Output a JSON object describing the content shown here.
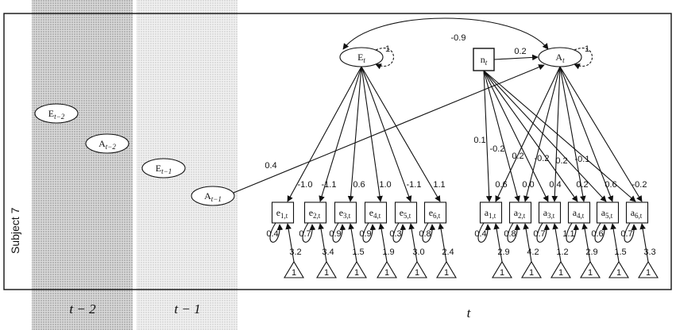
{
  "diagram": {
    "subject_label": "Subject 7",
    "time_labels": {
      "t_minus_2": "t − 2",
      "t_minus_1": "t − 1",
      "t": "t"
    },
    "latent_nodes": {
      "E_t": {
        "base": "E",
        "sub": "t"
      },
      "A_t": {
        "base": "A",
        "sub": "t"
      },
      "E_t_minus_2": {
        "base": "E",
        "sub": "t−2"
      },
      "A_t_minus_2": {
        "base": "A",
        "sub": "t−2"
      },
      "E_t_minus_1": {
        "base": "E",
        "sub": "t−1"
      },
      "A_t_minus_1": {
        "base": "A",
        "sub": "t−1"
      }
    },
    "covariate": {
      "base": "n",
      "sub": "t"
    },
    "path_labels": {
      "E_A_covariance": "-0.9",
      "E_autoregressive": "1",
      "A_autoregressive": "1",
      "n_to_A": "0.2",
      "A_prev_to_A": "0.4"
    },
    "e_indicators": [
      {
        "base": "e",
        "sub": "1,t",
        "loading": "-1.0",
        "residual": "0.4",
        "intercept": "3.2",
        "const": "1"
      },
      {
        "base": "e",
        "sub": "2,t",
        "loading": "-1.1",
        "residual": "0.7",
        "intercept": "3.4",
        "const": "1"
      },
      {
        "base": "e",
        "sub": "3,t",
        "loading": "0.6",
        "residual": "0.9",
        "intercept": "1.5",
        "const": "1"
      },
      {
        "base": "e",
        "sub": "4,t",
        "loading": "1.0",
        "residual": "0.9",
        "intercept": "1.9",
        "const": "1"
      },
      {
        "base": "e",
        "sub": "5,t",
        "loading": "-1.1",
        "residual": "0.3",
        "intercept": "3.0",
        "const": "1"
      },
      {
        "base": "e",
        "sub": "6,t",
        "loading": "1.1",
        "residual": "0.8",
        "intercept": "2.4",
        "const": "1"
      }
    ],
    "a_indicators": [
      {
        "base": "a",
        "sub": "1,t",
        "loading": "0.6",
        "n_effect": "0.1",
        "residual": "0.4",
        "intercept": "2.9",
        "const": "1"
      },
      {
        "base": "a",
        "sub": "2,t",
        "loading": "0.0",
        "n_effect": "-0.2",
        "residual": "0.8",
        "intercept": "4.2",
        "const": "1"
      },
      {
        "base": "a",
        "sub": "3,t",
        "loading": "0.4",
        "n_effect": "0.2",
        "residual": "0.7",
        "intercept": "1.2",
        "const": "1"
      },
      {
        "base": "a",
        "sub": "4,t",
        "loading": "0.2",
        "n_effect": "-0.2",
        "residual": "1.1",
        "intercept": "2.9",
        "const": "1"
      },
      {
        "base": "a",
        "sub": "5,t",
        "loading": "0.6",
        "n_effect": "0.2",
        "residual": "0.6",
        "intercept": "1.5",
        "const": "1"
      },
      {
        "base": "a",
        "sub": "6,t",
        "loading": "-0.2",
        "n_effect": "-0.1",
        "residual": "0.7",
        "intercept": "3.3",
        "const": "1"
      }
    ],
    "colors": {
      "stroke": "#111111",
      "shade_dark": "#bdbdbd",
      "shade_light": "#e2e2e2"
    }
  }
}
